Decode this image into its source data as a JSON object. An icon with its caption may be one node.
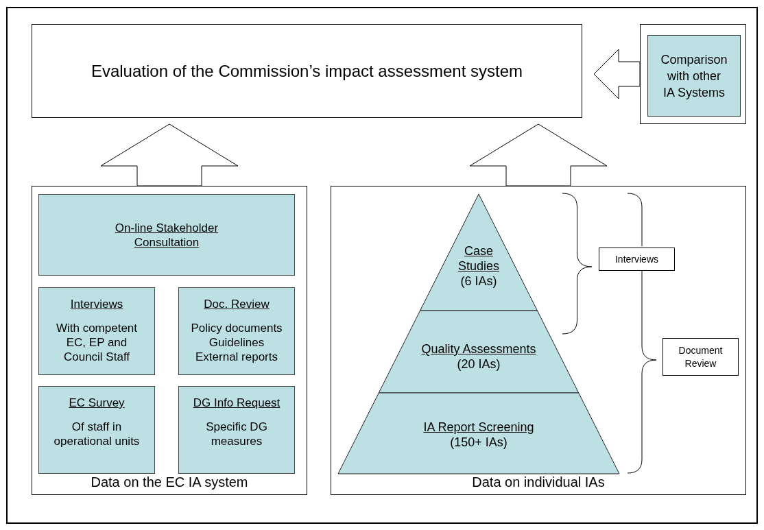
{
  "diagram": {
    "nodes": [
      {
        "text": [
          "Evaluation of the Commission’s impact assessment system"
        ]
      },
      {
        "text": [],
        "shape": "box"
      },
      {
        "text": [
          "Comparison with other IA Systems"
        ],
        "in": 1
      },
      {
        "text": [
          "Data on the EC IA system"
        ]
      },
      {
        "text": [
          "On-line Stakeholder Consultation"
        ],
        "in": 3
      },
      {
        "text": [
          "Interviews",
          "With competent EC, EP and Council Staff"
        ],
        "in": 3
      },
      {
        "text": [
          "Doc. Review",
          "Policy documents Guidelines External reports"
        ],
        "in": 3
      },
      {
        "text": [
          "EC Survey",
          "Of staff in operational units"
        ],
        "in": 3
      },
      {
        "text": [
          "DG Info Request",
          "Specific DG measures"
        ],
        "in": 3
      },
      {
        "text": [
          "Data on individual IAs"
        ]
      },
      {
        "text": [
          "Case Studies",
          "(6 IAs)"
        ],
        "in": 9
      },
      {
        "text": [
          "Quality Assessments",
          "(20 IAs)"
        ],
        "in": 9
      },
      {
        "text": [
          "IA Report Screening",
          "(150+ IAs)"
        ],
        "in": 9
      },
      {
        "text": [
          "Interviews"
        ],
        "in": 9
      },
      {
        "text": [
          "Document Review"
        ],
        "in": 9
      }
    ],
    "edges": [
      {
        "from": 1,
        "to": 0,
        "arrow": "to"
      },
      {
        "from": 3,
        "to": 0,
        "arrow": "to"
      },
      {
        "from": 9,
        "to": 0,
        "arrow": "to"
      }
    ]
  }
}
